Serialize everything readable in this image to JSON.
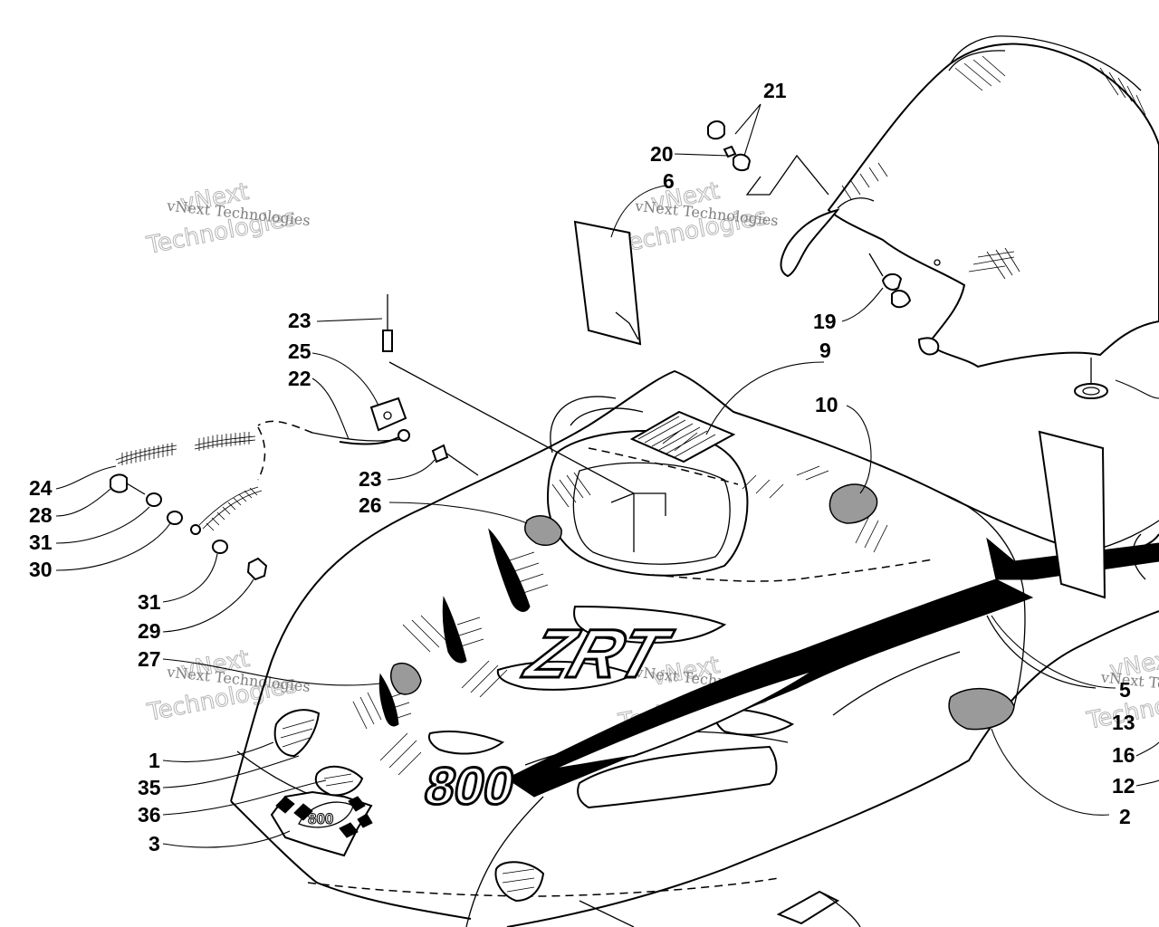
{
  "diagram": {
    "watermark": {
      "brand": "vNext Technologies",
      "line1": "vNext",
      "line2": "Technologies"
    },
    "decals": {
      "model": "ZRT",
      "displacement": "800",
      "flag_badge": "800"
    },
    "callouts": [
      {
        "id": "c21",
        "label": "21"
      },
      {
        "id": "c20",
        "label": "20"
      },
      {
        "id": "c6",
        "label": "6"
      },
      {
        "id": "c19",
        "label": "19"
      },
      {
        "id": "c9",
        "label": "9"
      },
      {
        "id": "c10",
        "label": "10"
      },
      {
        "id": "c23a",
        "label": "23"
      },
      {
        "id": "c25",
        "label": "25"
      },
      {
        "id": "c22",
        "label": "22"
      },
      {
        "id": "c23b",
        "label": "23"
      },
      {
        "id": "c26",
        "label": "26"
      },
      {
        "id": "c24",
        "label": "24"
      },
      {
        "id": "c28",
        "label": "28"
      },
      {
        "id": "c31a",
        "label": "31"
      },
      {
        "id": "c30",
        "label": "30"
      },
      {
        "id": "c31b",
        "label": "31"
      },
      {
        "id": "c29",
        "label": "29"
      },
      {
        "id": "c27",
        "label": "27"
      },
      {
        "id": "c1",
        "label": "1"
      },
      {
        "id": "c35",
        "label": "35"
      },
      {
        "id": "c36",
        "label": "36"
      },
      {
        "id": "c3",
        "label": "3"
      },
      {
        "id": "c5",
        "label": "5"
      },
      {
        "id": "c13",
        "label": "13"
      },
      {
        "id": "c16",
        "label": "16"
      },
      {
        "id": "c12",
        "label": "12"
      },
      {
        "id": "c2",
        "label": "2"
      }
    ]
  }
}
